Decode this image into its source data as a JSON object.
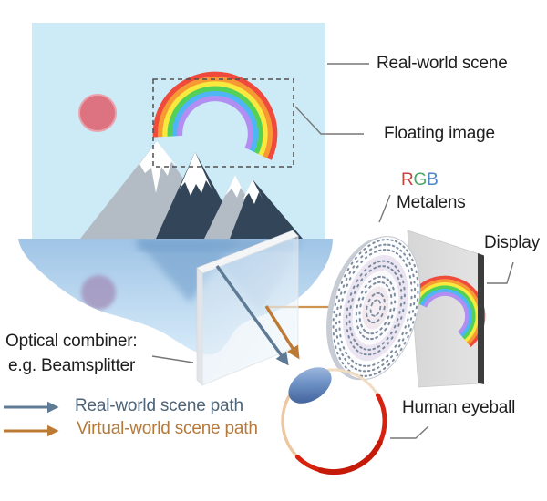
{
  "labels": {
    "real_world_scene": "Real-world scene",
    "floating_image": "Floating image",
    "rgb_r": "R",
    "rgb_g": "G",
    "rgb_b": "B",
    "metalens": "Metalens",
    "display": "Display",
    "optical_combiner": "Optical combiner:",
    "optical_combiner_example": "e.g. Beamsplitter",
    "human_eyeball": "Human eyeball"
  },
  "legend": {
    "real_path_label": "Real-world scene path",
    "virtual_path_label": "Virtual-world scene path"
  },
  "colors": {
    "rgb_r": "#c0453c",
    "rgb_g": "#4aa564",
    "rgb_b": "#4e86c6",
    "real_path": "#5e7a94",
    "real_path_text": "#4d6377",
    "virtual_path": "#bd7a35",
    "virtual_path_light": "#cf9550",
    "virtual_path_text": "#b5793a",
    "sky": "#cdeaf7",
    "sun": "#dd7280",
    "mountain_light": "#b3bcc4",
    "mountain_dark": "#334659",
    "snow": "#ffffff",
    "water_top": "#9fc4e6",
    "water_bottom": "#d7ebf9",
    "display_edge": "#3c3c3c",
    "eyeball_ring": "#f0dcc2",
    "eyeball_peach": "#ecc79f",
    "eyeball_red": "#d6220f",
    "metalens_dot": "#6e8095",
    "label_text": "#1e1e1e"
  },
  "rainbow_colors": [
    "#ef4b3c",
    "#f79a33",
    "#f7e93e",
    "#53d058",
    "#4fb6f5",
    "#b28df2"
  ]
}
